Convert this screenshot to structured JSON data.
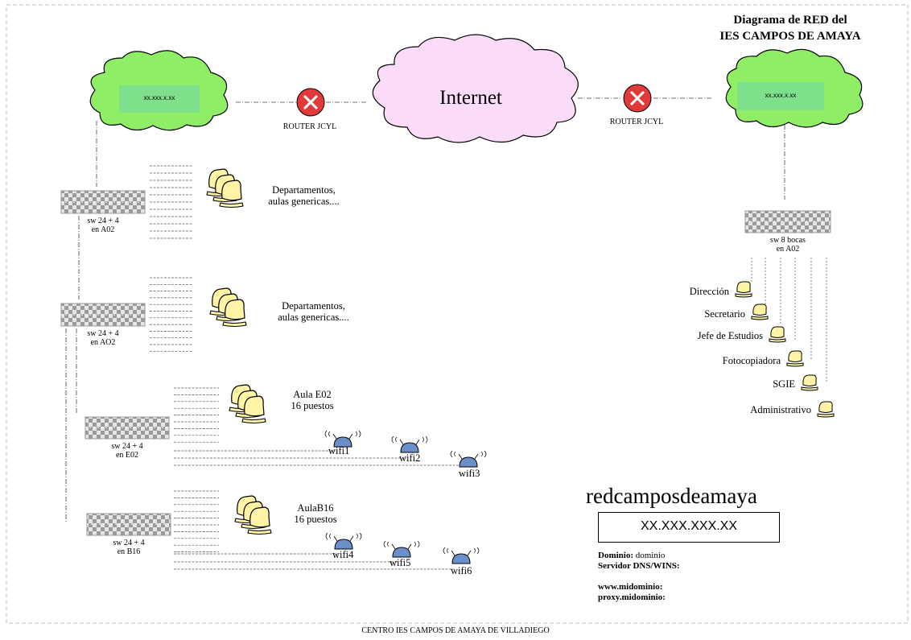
{
  "title": {
    "line1": "Diagrama de RED del",
    "line2": "IES CAMPOS DE AMAYA"
  },
  "internet_label": "Internet",
  "clouds": {
    "left_ip": "xx.xxx.x.xx",
    "right_ip": "xx.xxx.x.xx"
  },
  "routers": {
    "left": "ROUTER JCYL",
    "right": "ROUTER JCYL"
  },
  "switches": [
    {
      "line1": "sw 24 + 4",
      "line2": "en A02"
    },
    {
      "line1": "sw 24 + 4",
      "line2": "en AO2"
    },
    {
      "line1": "sw 24 + 4",
      "line2": "en E02"
    },
    {
      "line1": "sw 24 + 4",
      "line2": "en B16"
    },
    {
      "line1": "sw 8 bocas",
      "line2": "en A02"
    }
  ],
  "groups": [
    {
      "line1": "Departamentos,",
      "line2": "aulas genericas...."
    },
    {
      "line1": "Departamentos,",
      "line2": "aulas genericas...."
    },
    {
      "line1": "Aula E02",
      "line2": "16 puestos"
    },
    {
      "line1": "AulaB16",
      "line2": "16 puestos"
    }
  ],
  "wifi": [
    "wifi1",
    "wifi2",
    "wifi3",
    "wifi4",
    "wifi5",
    "wifi6"
  ],
  "offices": [
    "Dirección",
    "Secretario",
    "Jefe de Estudios",
    "Fotocopiadora",
    "SGIE",
    "Administrativo"
  ],
  "network": {
    "name": "redcamposdeamaya",
    "ip": "XX.XXX.XXX.XX",
    "dominio_label": "Dominio:",
    "dominio_value": "dominio",
    "dns_label": "Servidor DNS/WINS:",
    "www_label": "www.midominio:",
    "proxy_label": "proxy.midominio:"
  },
  "footer": "CENTRO IES CAMPOS DE AMAYA DE VILLADIEGO",
  "colors": {
    "cloud_green": "#90ee66",
    "cloud_pink": "#fbdcf8",
    "ip_box": "#7ee08a",
    "router_red": "#e23a3a",
    "pc_yellow": "#fff3a6",
    "wifi_blue": "#6b8fc8"
  }
}
